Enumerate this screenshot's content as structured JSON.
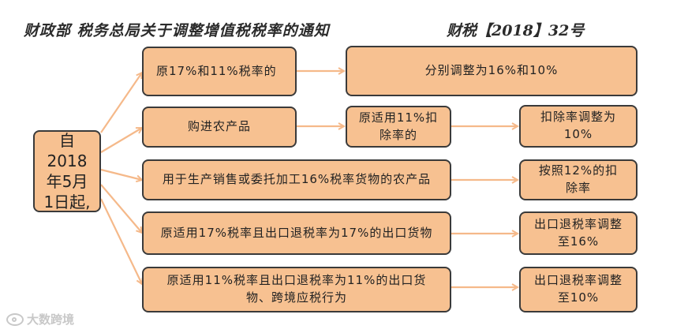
{
  "header": {
    "title": "财政部 税务总局关于调整增值税税率的通知",
    "doc_number": "财税【2018】32号"
  },
  "start": {
    "line1": "自",
    "line2": "2018",
    "line3": "年5月",
    "line4": "1日起,"
  },
  "rows": [
    {
      "item": "原17%和11%税率的",
      "result": "分别调整为16%和10%"
    },
    {
      "item": "购进农产品",
      "condition": "原适用11%扣除率的",
      "result": "扣除率调整为10%"
    },
    {
      "item": "用于生产销售或委托加工16%税率货物的农产品",
      "result": "按照12%的扣除率"
    },
    {
      "item": "原适用17%税率且出口退税率为17%的出口货物",
      "result": "出口退税率调整至16%"
    },
    {
      "item": "原适用11%税率且出口退税率为11%的出口货物、跨境应税行为",
      "result": "出口退税率调整至10%"
    }
  ],
  "watermark": {
    "text": "大数跨境",
    "icon": "logo-icon"
  },
  "colors": {
    "box_fill": "#f7c191",
    "box_border": "#3a3a3a",
    "arrow": "#f7c191"
  }
}
